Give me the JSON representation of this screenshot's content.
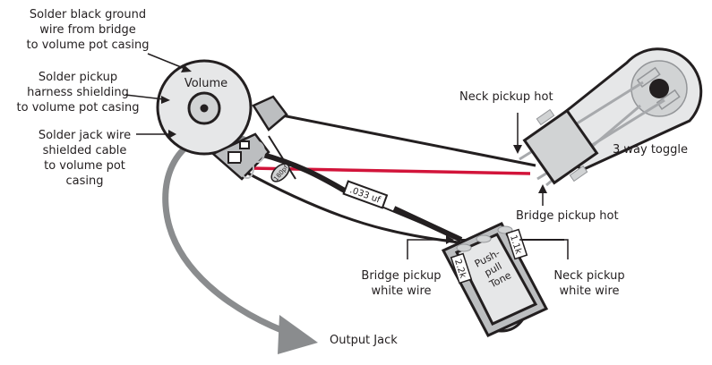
{
  "title": "Guitar wiring diagram: volume pot, 3-way toggle, push-pull tone",
  "colors": {
    "line": "#231f20",
    "hot_wire": "#d2143a",
    "component_fill": "#e6e7e8",
    "component_mid": "#bcbec0",
    "component_dark": "#939598",
    "arrow_gray": "#8a8c8e"
  },
  "annotations": {
    "ground_wire": [
      "Solder black ground",
      "wire from bridge",
      "to volume pot casing"
    ],
    "harness_shielding": [
      "Solder pickup",
      "harness shielding",
      "to volume pot casing"
    ],
    "jack_wire": [
      "Solder jack wire",
      "shielded cable",
      "to volume pot",
      "casing"
    ],
    "neck_hot": "Neck pickup hot",
    "bridge_hot": "Bridge pickup hot",
    "toggle": "3 way toggle",
    "bridge_white": [
      "Bridge pickup",
      "white wire"
    ],
    "neck_white": [
      "Neck pickup",
      "white wire"
    ],
    "output_jack": "Output Jack"
  },
  "components": {
    "volume_pot": "Volume",
    "tone_pot": [
      "Push-",
      "pull",
      "Tone"
    ],
    "cap_180": "180pf",
    "cap_033": ".033 uf",
    "res_22k": "2.2k",
    "res_11k": "1.1k"
  }
}
